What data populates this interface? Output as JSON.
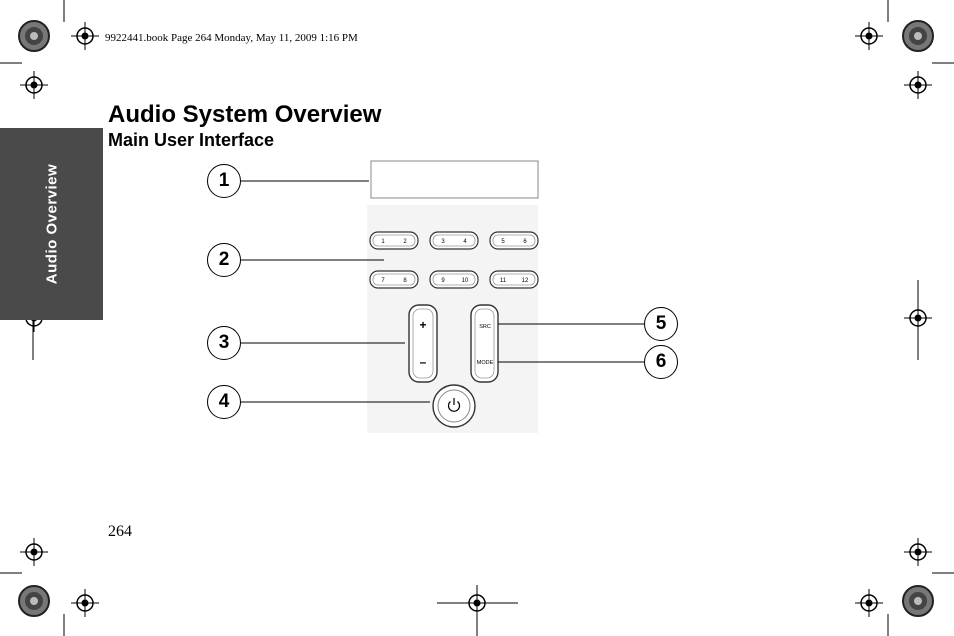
{
  "header": {
    "book_info": "9922441.book  Page 264  Monday, May 11, 2009  1:16 PM"
  },
  "side_tab": {
    "label": "Audio Overview"
  },
  "page": {
    "title": "Audio System Overview",
    "subtitle": "Main User Interface",
    "page_number": "264"
  },
  "callouts": [
    "1",
    "2",
    "3",
    "4",
    "5",
    "6"
  ],
  "panel": {
    "presets": [
      "1",
      "2",
      "3",
      "4",
      "5",
      "6",
      "7",
      "8",
      "9",
      "10",
      "11",
      "12"
    ],
    "volume_up": "+",
    "volume_down": "–",
    "src_label": "SRC",
    "mode_label": "MODE",
    "power_icon": "power-icon"
  }
}
